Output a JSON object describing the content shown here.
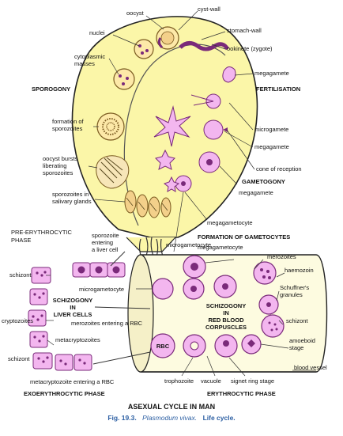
{
  "labels": {
    "oocyst": "oocyst",
    "cyst_wall": "cyst-wall",
    "nuclei": "nuclei",
    "stomach_wall": "stomach-wall",
    "ookinete": "ookinete (zygote)",
    "cytoplasmic": "cytoplasmic",
    "masses": "masses",
    "megagamete_top": "megagamete",
    "sporogony": "SPOROGONY",
    "fertilisation": "FERTILISATION",
    "formation_of": "formation of",
    "sporozoites": "sporozoites",
    "microgamete": "microgamete",
    "megagamete_mid": "megagamete",
    "oocyst_bursts": "oocyst bursts",
    "liberating": "liberating",
    "sporozoites_2": "sporozoites",
    "cone_of_reception": "cone of reception",
    "gametogony": "GAMETOGONY",
    "megagamete_low": "megagamete",
    "sporozoites_in": "sporozoites in",
    "salivary_glands": "salivary glands",
    "megagametocyte_right": "megagametocyte",
    "pre_erythrocytic": "PRE-ERYTHROCYTIC",
    "phase": "PHASE",
    "sporozoite": "sporozoite",
    "entering": "entering",
    "a_liver_cell": "a liver cell",
    "microgametocyte_top": "microgametocyte",
    "formation_of_gametocytes": "FORMATION OF GAMETOCYTES",
    "megagametocyte_low": "megagametocyte",
    "merozoites": "merozoites",
    "schizont_left": "schizont",
    "haemozoin": "haemozoin",
    "microgametocyte_low": "microgametocyte",
    "schizogony_l1": "SCHIZOGONY",
    "schizogony_l2": "IN",
    "schizogony_l3": "LIVER CELLS",
    "schuffners": "Schuffner's",
    "granules": "granules",
    "merozoites_entering": "merozoites entering a RBC",
    "cryptozoites": "cryptozoites",
    "schizogony_r1": "SCHIZOGONY",
    "schizogony_r2": "IN",
    "schizogony_r3": "RED BLOOD",
    "schizogony_r4": "CORPUSCLES",
    "schizont_right": "schizont",
    "metacryptozoites": "metacryptozoites",
    "rbc": "RBC",
    "amoeboid": "amoeboid",
    "stage": "stage",
    "schizont_bottom": "schizont",
    "blood_vessel": "blood vessel",
    "metacryptozoite_entering": "metacryptozoite entering a RBC",
    "trophozoite": "trophozoite",
    "vacuole": "vacuole",
    "signet_ring_stage": "signet ring stage",
    "exoerythrocytic_phase": "EXOERYTHROCYTIC PHASE",
    "erythrocytic_phase": "ERYTHROCYTIC PHASE",
    "asexual_cycle": "ASEXUAL CYCLE IN MAN"
  },
  "caption": {
    "fig": "Fig. 19.3.",
    "species": "Plasmodum vivax.",
    "rest": "Life cycle."
  },
  "colors": {
    "gut_fill": "#fbf6a8",
    "cell_fill": "#f3b6ef",
    "cell_stroke": "#7a2a7a",
    "vessel_fill": "#fdfbe0",
    "outline": "#222222",
    "caption_blue": "#2c5fa3"
  }
}
